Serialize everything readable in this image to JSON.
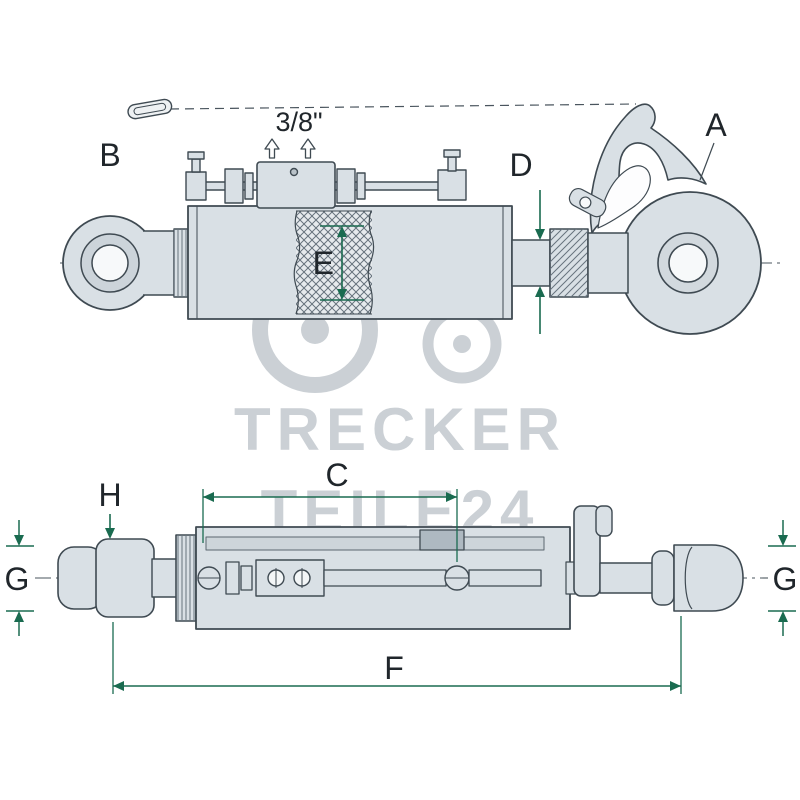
{
  "drawing": {
    "title": "Hydraulic top link technical drawing",
    "thread_label": "3/8\"",
    "labels": {
      "A": "A",
      "B": "B",
      "C": "C",
      "D": "D",
      "E": "E",
      "F": "F",
      "G_left": "G",
      "G_right": "G",
      "H": "H"
    }
  },
  "watermark": {
    "line1": "TRECKER",
    "line2": "TEILE24"
  },
  "colors": {
    "line": "#3f4a52",
    "body_fill": "#d9e0e5",
    "dimension": "#1a6b50",
    "watermark": "#c6ccd1"
  }
}
